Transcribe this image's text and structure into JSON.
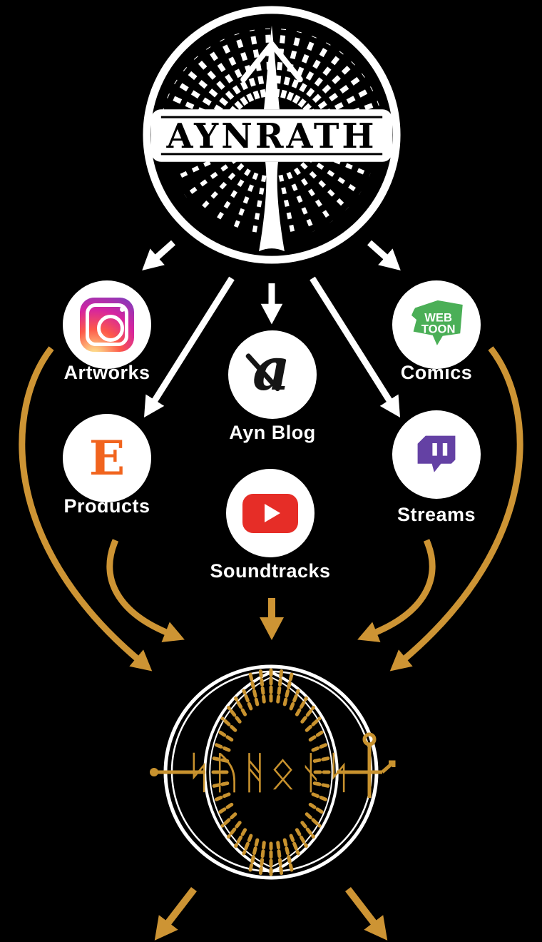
{
  "brand": {
    "top_logo_text": "AYNRATH",
    "top_logo_name": "tree-of-life-emblem",
    "bottom_logo_runes": "ᛋᚢᚻᛟᚾᛋ",
    "bottom_logo_name": "rune-vesica-emblem"
  },
  "nodes": [
    {
      "id": "artworks",
      "label": "Artworks",
      "platform": "instagram"
    },
    {
      "id": "comics",
      "label": "Comics",
      "platform": "webtoon"
    },
    {
      "id": "ayn-blog",
      "label": "Ayn Blog",
      "platform": "blog"
    },
    {
      "id": "products",
      "label": "Products",
      "platform": "etsy"
    },
    {
      "id": "streams",
      "label": "Streams",
      "platform": "twitch"
    },
    {
      "id": "soundtracks",
      "label": "Soundtracks",
      "platform": "youtube"
    }
  ],
  "icons": {
    "webtoon_line1": "WEB",
    "webtoon_line2": "TOON",
    "etsy_letter": "E",
    "blog_letter": "a"
  },
  "colors": {
    "background": "#000000",
    "arrow_white": "#FFFFFF",
    "arrow_gold": "#CD9434",
    "emblem_gold": "#C8922E",
    "etsy_orange": "#F1641E",
    "youtube_red": "#E62D27",
    "twitch_purple": "#6441A4",
    "webtoon_green": "#4BAF57",
    "instagram_gradient": [
      "#fdf497",
      "#fd5949",
      "#d6249f",
      "#8a3ab9"
    ]
  }
}
